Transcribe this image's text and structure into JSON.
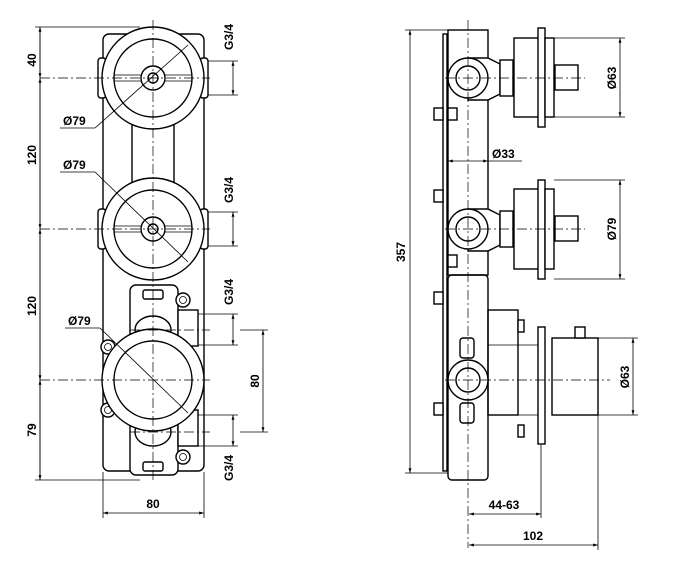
{
  "front_view": {
    "dims": {
      "top_offset": "40",
      "spacing_1": "120",
      "spacing_2": "120",
      "bottom_offset": "79",
      "width": "80",
      "outlet_spacing": "80"
    },
    "diameters": [
      "Ø79",
      "Ø79",
      "Ø79"
    ],
    "threads": [
      "G3/4",
      "G3/4",
      "G3/4",
      "G3/4"
    ]
  },
  "side_view": {
    "dims": {
      "height": "357",
      "pipe_diameter": "Ø33",
      "depth_range": "44-63",
      "total_depth": "102"
    },
    "diameters": [
      "Ø63",
      "Ø79",
      "Ø63"
    ]
  }
}
